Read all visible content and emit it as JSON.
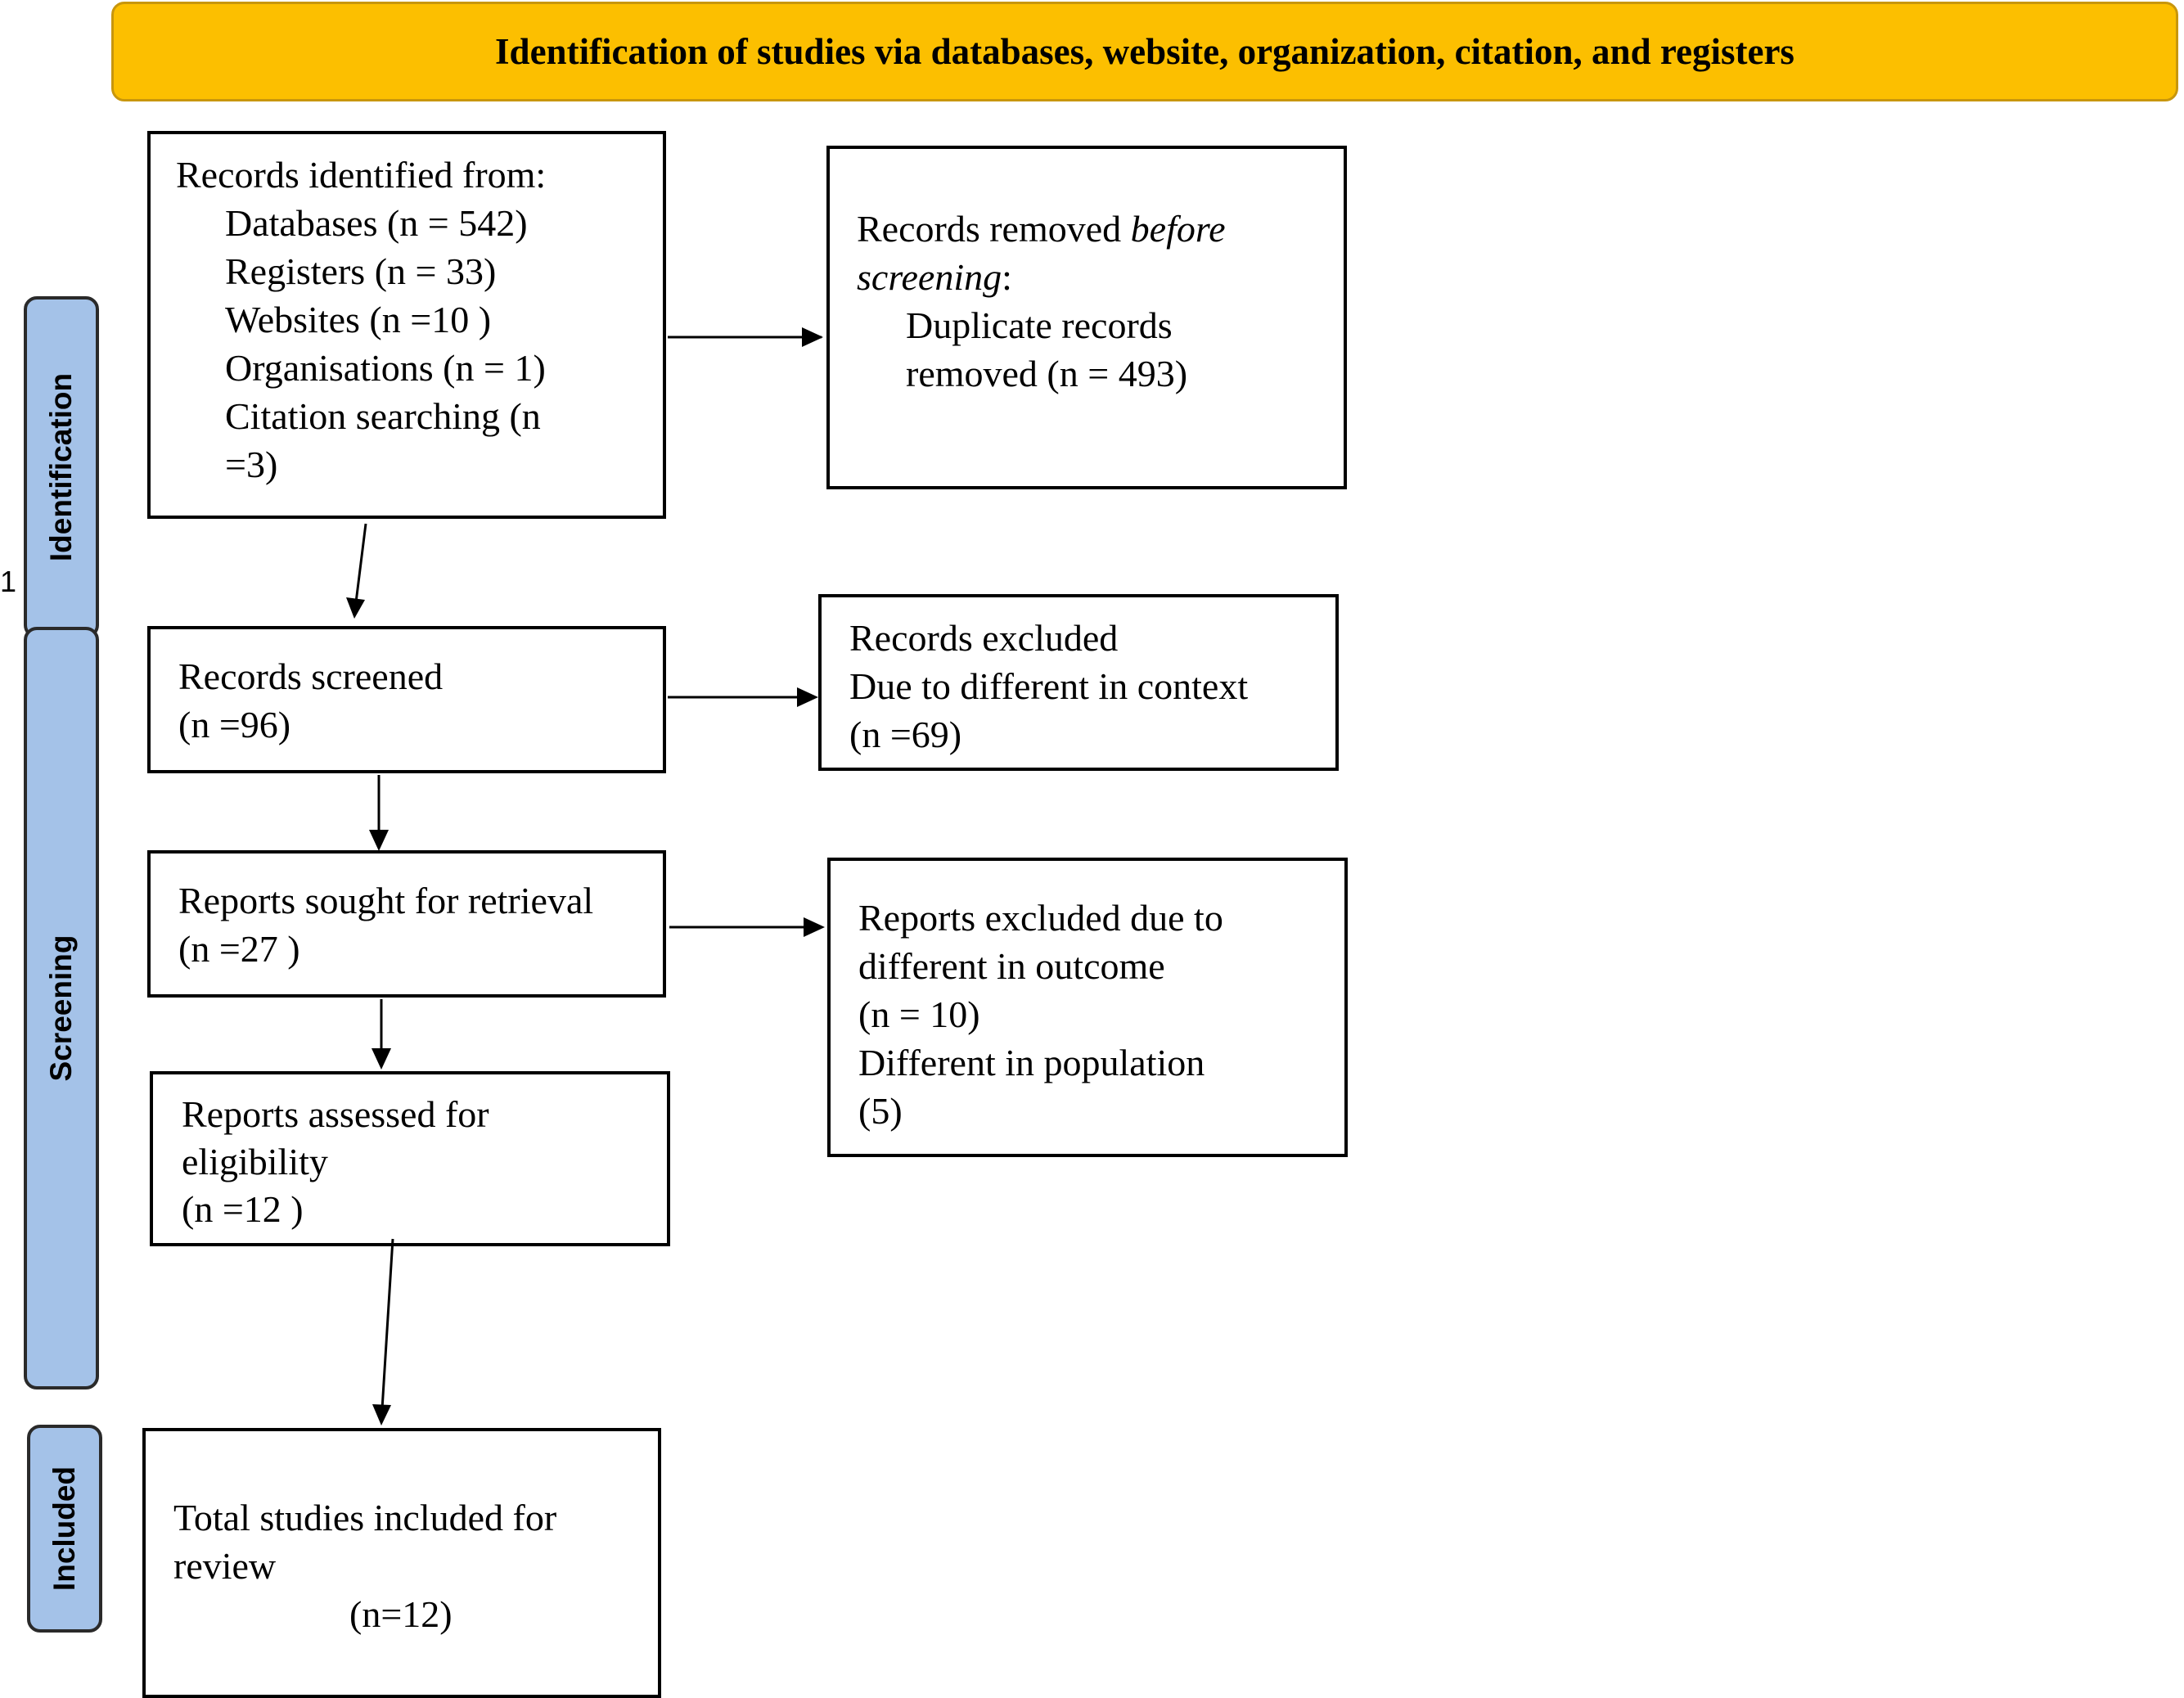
{
  "header": {
    "title": "Identification of studies via databases, website, organization, citation, and registers"
  },
  "phases": {
    "identification": "Identification",
    "screening": "Screening",
    "included": "Included"
  },
  "stray_mark": "1",
  "boxes": {
    "records_identified": {
      "heading": "Records identified from:",
      "databases": "Databases (n = 542)",
      "registers": "Registers (n = 33)",
      "websites": "Websites (n =10 )",
      "organisations": "Organisations (n = 1)",
      "citation_1": "Citation searching (n",
      "citation_2": "=3)"
    },
    "records_removed": {
      "line1_prefix": "Records removed ",
      "line1_emphasis": "before",
      "line2_emphasis": "screening",
      "line2_suffix": ":",
      "line3": "Duplicate records",
      "line4": "removed  (n = 493)"
    },
    "records_screened": {
      "line1": "Records screened",
      "line2": "(n =96)"
    },
    "records_excluded": {
      "line1": "Records excluded",
      "line2": "Due to different in context",
      "line3": "(n =69)"
    },
    "reports_sought": {
      "line1": "Reports sought for retrieval",
      "line2": "(n =27 )"
    },
    "reports_excluded": {
      "line1": "Reports excluded due to",
      "line2": "different in outcome",
      "line3": "(n = 10)",
      "line4": "Different in population",
      "line5": "(5)"
    },
    "reports_assessed": {
      "line1": "Reports assessed for",
      "line2": "eligibility",
      "line3": "(n =12 )"
    },
    "total_included": {
      "line1": "Total studies included for",
      "line2": "review",
      "line3": "(n=12)"
    }
  }
}
